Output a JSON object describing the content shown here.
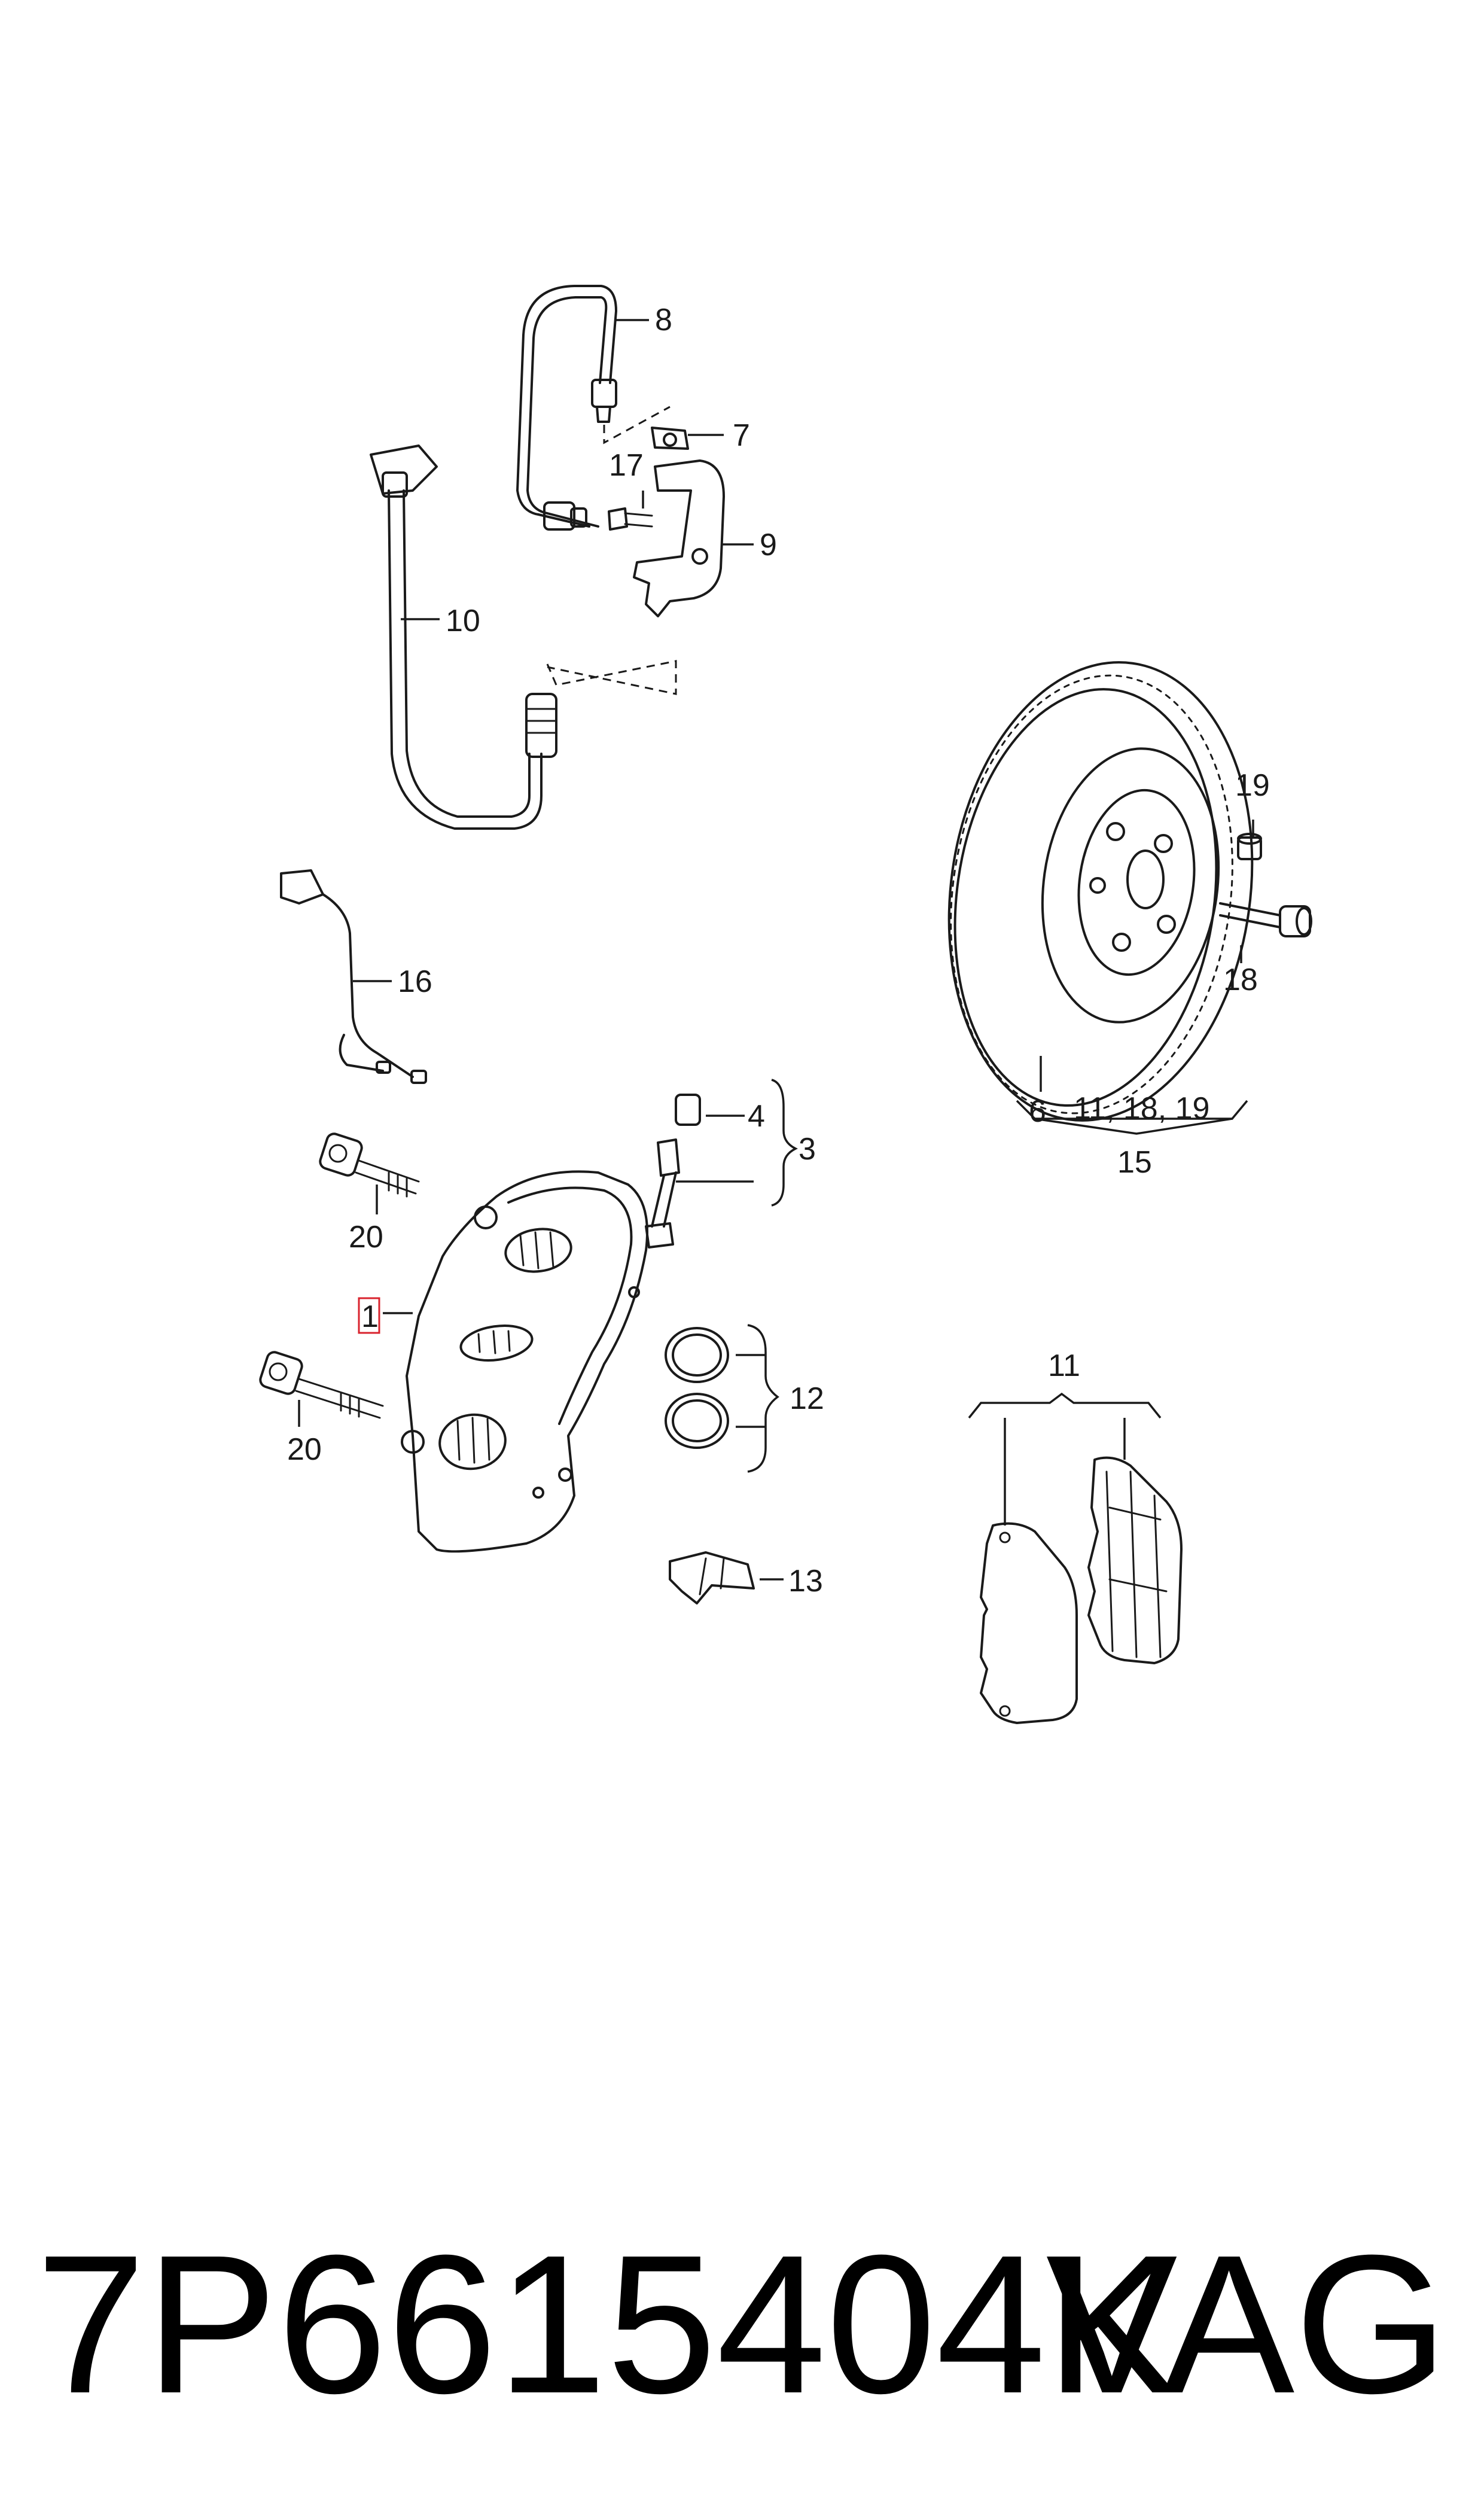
{
  "callouts": {
    "c1": "1",
    "c3": "3",
    "c4": "4",
    "c6": "6",
    "c7": "7",
    "c8": "8",
    "c9": "9",
    "c10": "10",
    "c11_group": "11, 18, 19",
    "c11_pads": "11",
    "c12": "12",
    "c13": "13",
    "c15": "15",
    "c16": "16",
    "c17": "17",
    "c18": "18",
    "c19": "19",
    "c20_top": "20",
    "c20_bottom": "20"
  },
  "highlight_color": "#d9232e",
  "footer": {
    "part_number": "7P6615404K",
    "brand": "VAG"
  }
}
